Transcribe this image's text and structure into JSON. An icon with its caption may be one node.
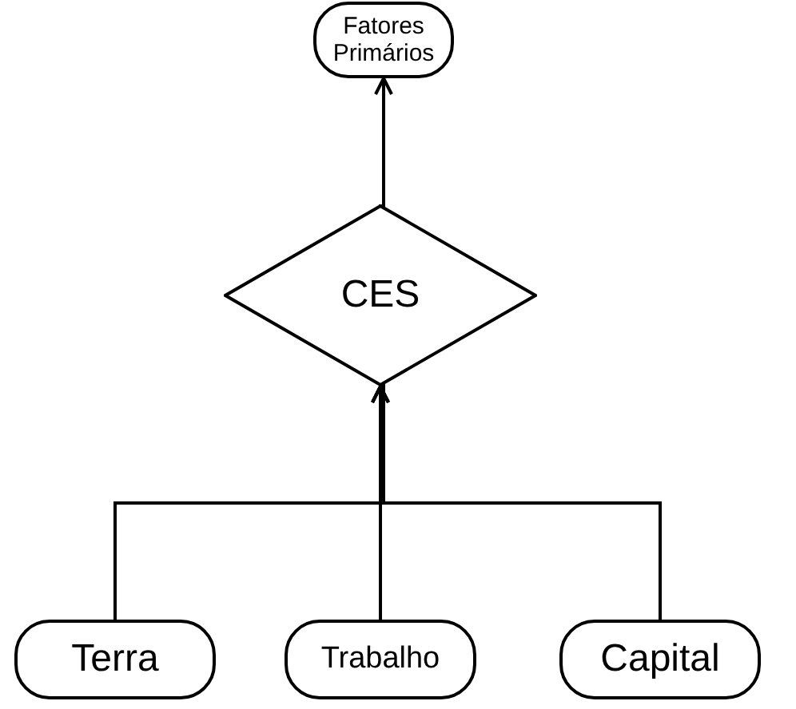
{
  "diagram": {
    "nodes": [
      {
        "text": [
          "Fatores Primários"
        ]
      },
      {
        "text": [
          "CES"
        ]
      },
      {
        "text": [
          "Terra"
        ]
      },
      {
        "text": [
          "Trabalho"
        ]
      },
      {
        "text": [
          "Capital"
        ]
      }
    ],
    "edges": [
      {
        "from": 1,
        "to": 0,
        "arrow": "to"
      },
      {
        "from": 2,
        "to": 1,
        "arrow": "to"
      },
      {
        "from": 3,
        "to": 1,
        "arrow": "to"
      },
      {
        "from": 4,
        "to": 1,
        "arrow": "to"
      }
    ]
  }
}
